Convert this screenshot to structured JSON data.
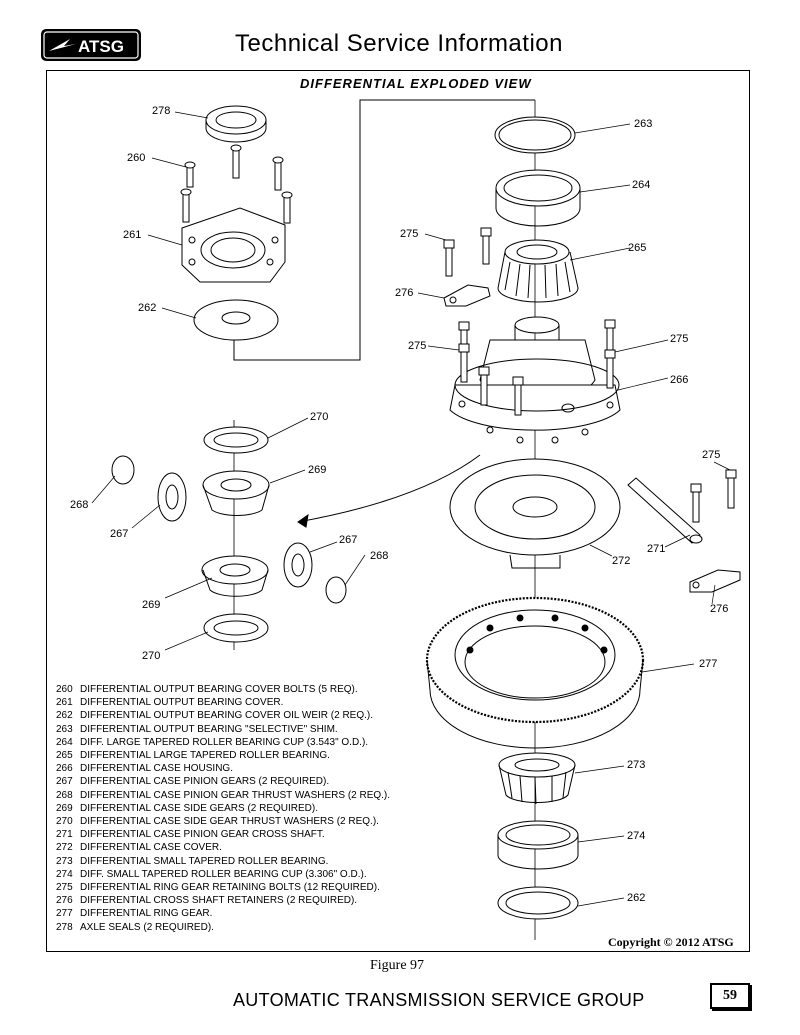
{
  "header": {
    "logo_text": "ATSG",
    "title": "Technical Service Information"
  },
  "diagram": {
    "title": "DIFFERENTIAL EXPLODED VIEW",
    "callouts": [
      "278",
      "260",
      "261",
      "262",
      "263",
      "264",
      "275",
      "265",
      "276",
      "275",
      "275",
      "266",
      "270",
      "269",
      "268",
      "267",
      "275",
      "267",
      "268",
      "271",
      "272",
      "269",
      "276",
      "270",
      "277",
      "273",
      "274",
      "262"
    ]
  },
  "legend": [
    {
      "num": "260",
      "text": "DIFFERENTIAL OUTPUT BEARING COVER BOLTS  (5 REQ)."
    },
    {
      "num": "261",
      "text": "DIFFERENTIAL OUTPUT BEARING COVER."
    },
    {
      "num": "262",
      "text": "DIFFERENTIAL OUTPUT BEARING COVER OIL WEIR  (2 REQ.)."
    },
    {
      "num": "263",
      "text": "DIFFERENTIAL OUTPUT BEARING \"SELECTIVE\" SHIM."
    },
    {
      "num": "264",
      "text": "DIFF. LARGE TAPERED ROLLER BEARING CUP (3.543\" O.D.)."
    },
    {
      "num": "265",
      "text": "DIFFERENTIAL LARGE TAPERED ROLLER BEARING."
    },
    {
      "num": "266",
      "text": "DIFFERENTIAL CASE HOUSING."
    },
    {
      "num": "267",
      "text": "DIFFERENTIAL CASE PINION GEARS  (2 REQUIRED)."
    },
    {
      "num": "268",
      "text": "DIFFERENTIAL CASE PINION GEAR THRUST WASHERS  (2 REQ.)."
    },
    {
      "num": "269",
      "text": "DIFFERENTIAL CASE SIDE GEARS  (2 REQUIRED)."
    },
    {
      "num": "270",
      "text": "DIFFERENTIAL CASE SIDE GEAR THRUST WASHERS  (2 REQ.)."
    },
    {
      "num": "271",
      "text": "DIFFERENTIAL CASE PINION GEAR CROSS SHAFT."
    },
    {
      "num": "272",
      "text": "DIFFERENTIAL CASE COVER."
    },
    {
      "num": "273",
      "text": "DIFFERENTIAL SMALL TAPERED ROLLER BEARING."
    },
    {
      "num": "274",
      "text": "DIFF. SMALL TAPERED ROLLER BEARING CUP (3.306\" O.D.)."
    },
    {
      "num": "275",
      "text": "DIFFERENTIAL RING GEAR RETAINING BOLTS  (12 REQUIRED)."
    },
    {
      "num": "276",
      "text": "DIFFERENTIAL CROSS SHAFT RETAINERS  (2 REQUIRED)."
    },
    {
      "num": "277",
      "text": "DIFFERENTIAL RING GEAR."
    },
    {
      "num": "278",
      "text": "AXLE SEALS  (2 REQUIRED)."
    }
  ],
  "copyright": "Copyright © 2012 ATSG",
  "figure_caption": "Figure 97",
  "footer": {
    "title": "AUTOMATIC TRANSMISSION SERVICE GROUP",
    "page_number": "59"
  }
}
